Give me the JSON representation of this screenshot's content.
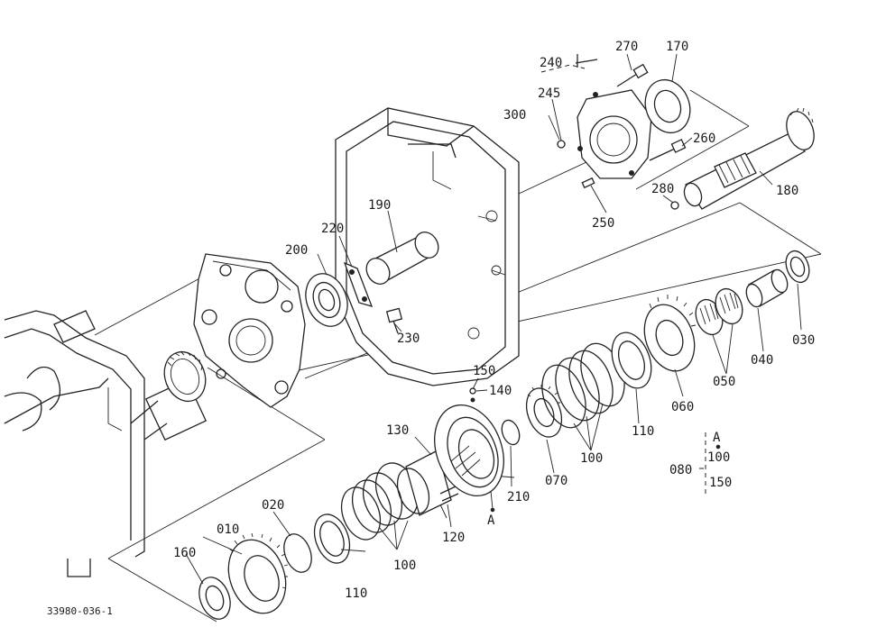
{
  "drawing_number": "33980-036-1",
  "labels": {
    "p010": "010",
    "p020": "020",
    "p030": "030",
    "p040": "040",
    "p050": "050",
    "p060": "060",
    "p070": "070",
    "p080": "080",
    "p100a": "100",
    "p100b": "100",
    "p100c": "100",
    "p110a": "110",
    "p110b": "110",
    "p120": "120",
    "p130": "130",
    "p140": "140",
    "p150a": "150",
    "p150b": "150",
    "p160": "160",
    "p170": "170",
    "p180": "180",
    "p190": "190",
    "p200": "200",
    "p210": "210",
    "p220": "220",
    "p230": "230",
    "p240": "240",
    "p245": "245",
    "p250": "250",
    "p260": "260",
    "p270": "270",
    "p280": "280",
    "p300": "300",
    "markA1": "A",
    "markA2": "A"
  }
}
